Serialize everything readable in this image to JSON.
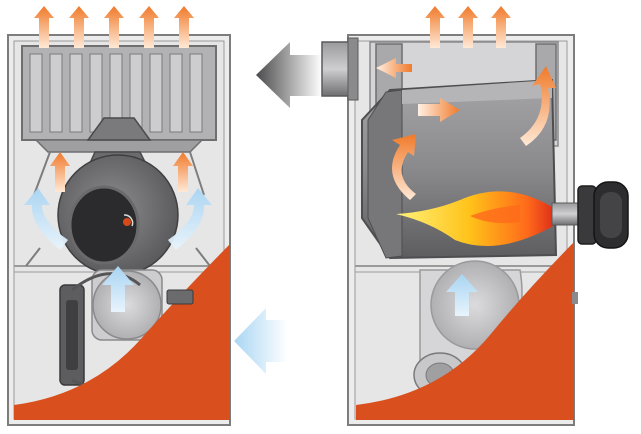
{
  "diagram": {
    "colors": {
      "casing_stroke": "#7d7d7d",
      "interior_fill": "#e9e9ea",
      "component_gray": "#a9a9ab",
      "dark_gray": "#5c5c5e",
      "orange_panel": "#d9501e",
      "hot_air_arrow": "#f07a2a",
      "cold_air_arrow": "#cfe6f6",
      "flame_yellow": "#ffd21a",
      "flame_red": "#e0301a",
      "burner_black": "#2d2d2f"
    },
    "left_unit": {
      "components": [
        "heat-exchanger",
        "burner-cone",
        "blower-fan",
        "fan-motor",
        "drive-belt",
        "outer-casing"
      ],
      "hot_air_outlets": 5,
      "cold_air_inlet_arrows": 3
    },
    "right_unit": {
      "components": [
        "heat-exchanger",
        "combustion-chamber",
        "flue-pipe",
        "oil-burner",
        "flame",
        "blower-fan",
        "fan-motor",
        "outer-casing"
      ],
      "hot_air_outlets": 3
    },
    "flows": [
      {
        "id": "flue-gas",
        "direction": "left",
        "color_key": "dark_gray"
      },
      {
        "id": "cold-air-intake",
        "direction": "left",
        "color_key": "cold_air_arrow"
      }
    ]
  }
}
